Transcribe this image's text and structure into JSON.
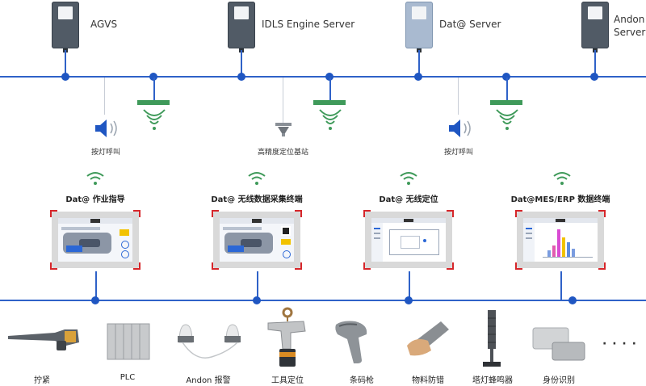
{
  "servers": [
    {
      "label": "AGVS"
    },
    {
      "label": "IDLS Engine Server"
    },
    {
      "label": "Dat@ Server"
    },
    {
      "label_line1": "Andon",
      "label_line2": "Server"
    }
  ],
  "field": {
    "andon_call_left": "按灯呼叫",
    "andon_call_right": "按灯呼叫",
    "base_station": "高精度定位基站"
  },
  "terminals": [
    {
      "title": "Dat@ 作业指导"
    },
    {
      "title": "Dat@ 无线数据采集终端"
    },
    {
      "title": "Dat@ 无线定位"
    },
    {
      "title": "Dat@MES/ERP 数据终端"
    }
  ],
  "devices": [
    {
      "label": "拧紧"
    },
    {
      "label": "PLC"
    },
    {
      "label": "Andon 报警"
    },
    {
      "label": "工具定位"
    },
    {
      "label": "条码枪"
    },
    {
      "label": "物料防错"
    },
    {
      "label": "塔灯蜂鸣器"
    },
    {
      "label": "身份识别"
    }
  ],
  "more": "· · · ·",
  "colors": {
    "bus": "#2f62c8",
    "node": "#1f56c2",
    "wireless": "#3f9a5a",
    "corner": "#d6262a"
  }
}
